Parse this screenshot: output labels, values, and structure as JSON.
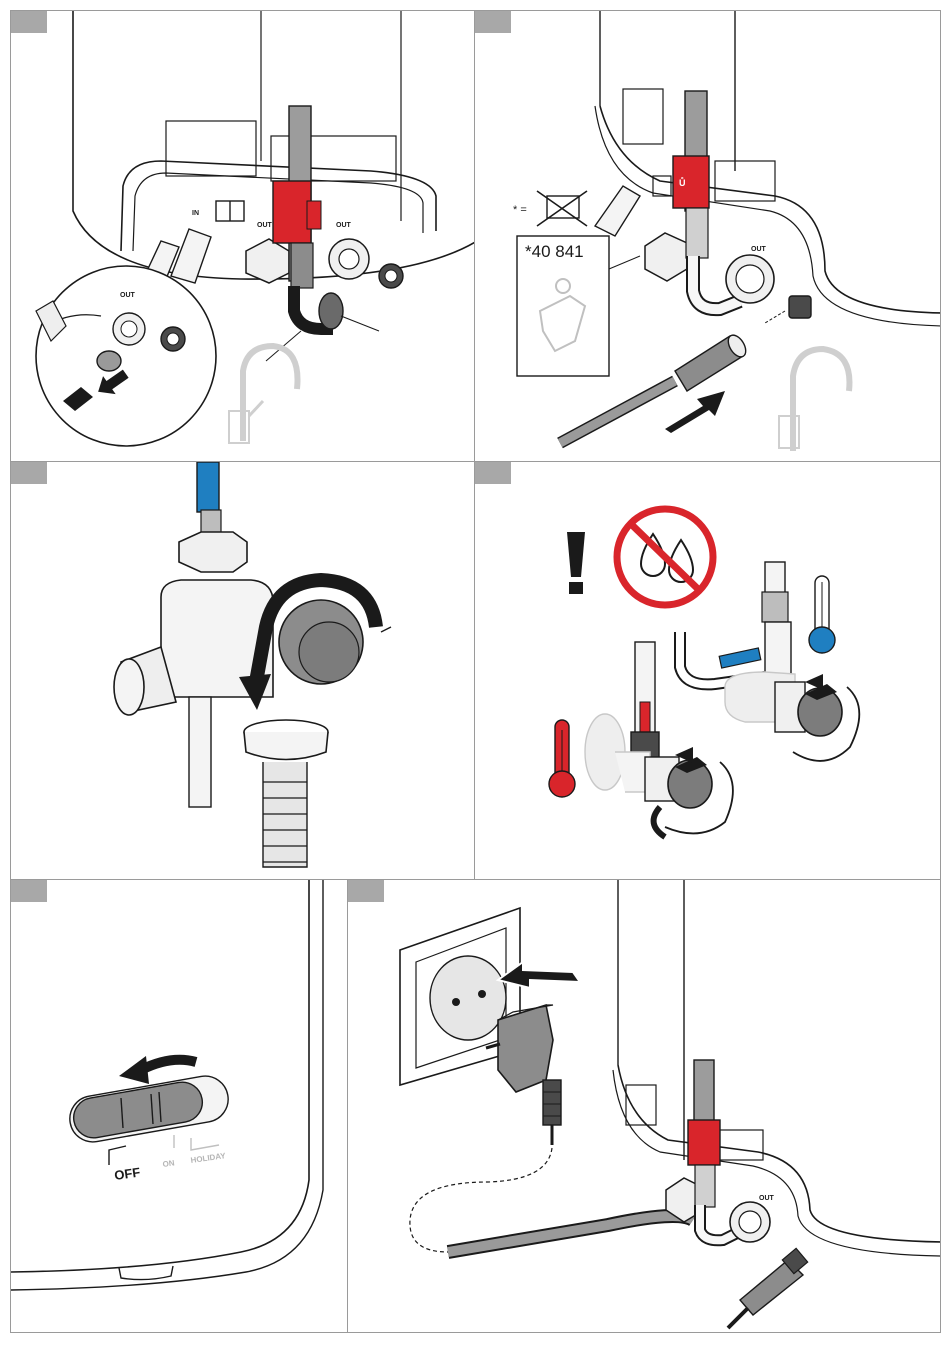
{
  "labels": {
    "in": "IN",
    "out": "OUT",
    "out_detail": "OUT",
    "out_p2": "OUT",
    "out_p6": "OUT",
    "asterisk_eq": "* =",
    "part_number": "*40 841",
    "off": "OFF",
    "on": "ON",
    "holiday": "HOLIDAY"
  },
  "colors": {
    "hot_red": "#d9252b",
    "cold_blue": "#1f7fc1",
    "prohibition_red": "#d9252b",
    "line": "#1a1a1a",
    "gray_fill": "#8c8c8c",
    "light_gray": "#d8d8d8",
    "panel_border": "#9a9a9a"
  },
  "icons": {
    "warning": "exclamation-icon",
    "no_drip": "no-water-drops-icon",
    "hot": "thermometer-hot-icon",
    "cold": "thermometer-cold-icon",
    "manual": "book-icon",
    "arrow": "push-arrow-icon",
    "rotate": "rotate-arrow-icon"
  }
}
